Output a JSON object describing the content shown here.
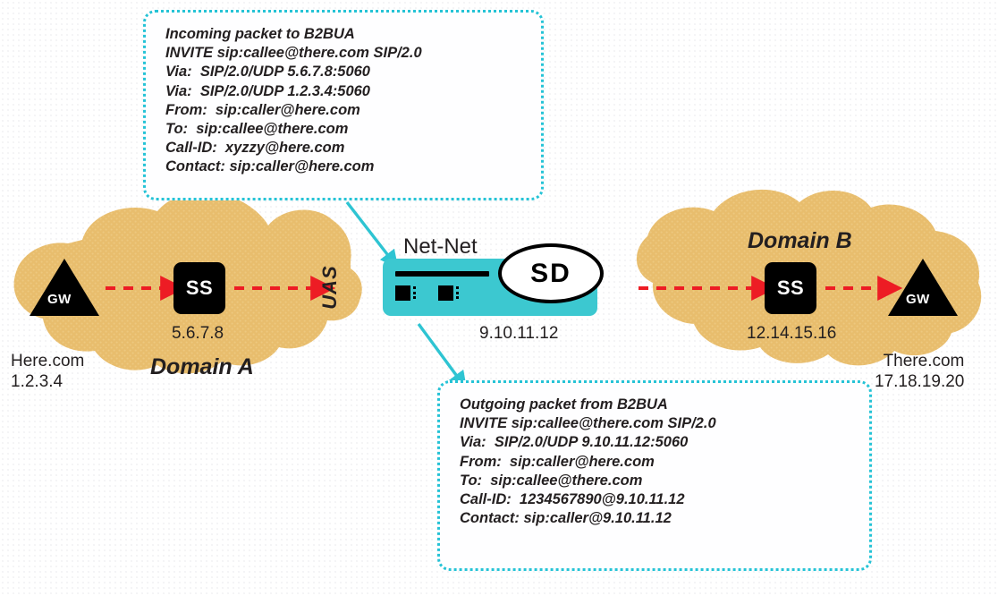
{
  "diagram": {
    "title": "SIP B2BUA packet transformation through Net-Net SD",
    "background_color": "#ffffff",
    "cloud_color": "#e8bd6d",
    "device_color": "#3cc8d0",
    "arrow_color": "#ed1c24",
    "callout_border_color": "#25c3d6",
    "node_color": "#000000"
  },
  "callouts": {
    "incoming": {
      "lines": [
        "Incoming packet to B2BUA",
        "INVITE sip:callee@there.com SIP/2.0",
        "Via:  SIP/2.0/UDP 5.6.7.8:5060",
        "Via:  SIP/2.0/UDP 1.2.3.4:5060",
        "From:  sip:caller@here.com",
        "To:  sip:callee@there.com",
        "Call-ID:  xyzzy@here.com",
        "Contact: sip:caller@here.com"
      ]
    },
    "outgoing": {
      "lines": [
        "Outgoing packet from B2BUA",
        "INVITE sip:callee@there.com SIP/2.0",
        "Via:  SIP/2.0/UDP 9.10.11.12:5060",
        "From:  sip:caller@here.com",
        "To:  sip:callee@there.com",
        "Call-ID:  1234567890@9.10.11.12",
        "Contact: sip:caller@9.10.11.12"
      ]
    }
  },
  "device": {
    "brand_label": "Net-Net",
    "badge_label": "SD",
    "ip": "9.10.11.12"
  },
  "left_domain": {
    "name": "Domain A",
    "gateway_label": "GW",
    "softswitch_label": "SS",
    "softswitch_ip": "5.6.7.8",
    "edge_host": "Here.com",
    "edge_ip": "1.2.3.4"
  },
  "right_domain": {
    "name": "Domain B",
    "gateway_label": "GW",
    "softswitch_label": "SS",
    "softswitch_ip": "12.14.15.16",
    "edge_host": "There.com",
    "edge_ip": "17.18.19.20"
  },
  "interface_labels": {
    "uas": "UAS"
  }
}
